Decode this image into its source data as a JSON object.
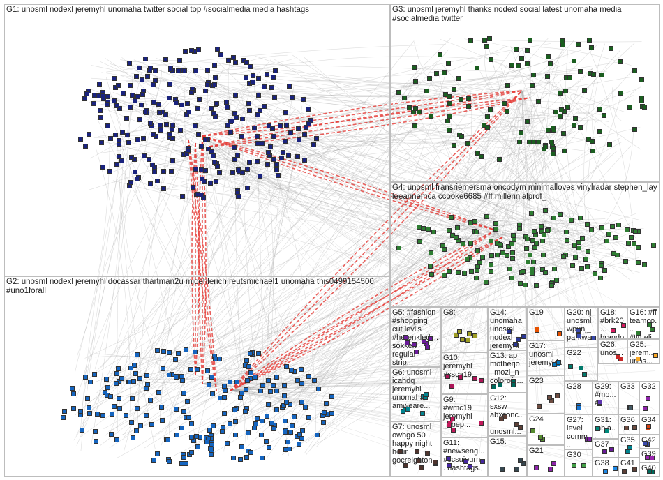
{
  "graph": {
    "groups": [
      {
        "id": "G1",
        "label": "G1: unosml nodexl jeremyhl unomaha twitter social top #socialmedia media hashtags",
        "color": "#1a237e"
      },
      {
        "id": "G3",
        "label": "G3: unosml jeremyhl thanks nodexl social latest unomaha media #socialmedia twitter",
        "color": "#1b5e20"
      },
      {
        "id": "G4",
        "label": "G4: unosml fransriemersma oncodym minimalloves vinylradar stephen_lay leeannemca ccooke6685 #ff millennialprof_",
        "color": "#2e7d32"
      },
      {
        "id": "G2",
        "label": "G2: unosml nodexl jeremyhl docassar thartman2u mjoehlerich reutsmichael1 unomaha this0499154500 #uno1forall",
        "color": "#1565c0"
      },
      {
        "id": "G5",
        "label": "G5: #fashion #shopping cut levi's #herenkledi... sokken regular strip...",
        "color": "#6a1b9a"
      },
      {
        "id": "G6",
        "label": "G6: unosml icahdq jeremyhl unomaha amweare...",
        "color": "#00838f"
      },
      {
        "id": "G7",
        "label": "G7: unosml owhgo 50 happy night hour gocreighton...",
        "color": "#4e342e"
      },
      {
        "id": "G8",
        "label": "G8:",
        "color": "#9e9d24"
      },
      {
        "id": "G10",
        "label": "G10: jeremyhl #csca19",
        "color": "#ad1457"
      },
      {
        "id": "G9",
        "label": "G9: #wmc19 jeremyhl _fibep...",
        "color": "#c2185b"
      },
      {
        "id": "G11",
        "label": "G11: #newseng... #ccsujourn... hashtags...",
        "color": "#4527a0"
      },
      {
        "id": "G14",
        "label": "G14: unomaha unosml nodexl jeremyhl",
        "color": "#283593"
      },
      {
        "id": "G13",
        "label": "G13: ap motherjo... mozi_n colorofc...",
        "color": "#00695c"
      },
      {
        "id": "G12",
        "label": "G12: sxsw abxconc... unosml...",
        "color": "#5d4037"
      },
      {
        "id": "G15",
        "label": "G15:",
        "color": "#37474f"
      },
      {
        "id": "G19",
        "label": "G19",
        "color": "#e65100"
      },
      {
        "id": "G17",
        "label": "G17: unosml jeremyhl...",
        "color": "#0277bd"
      },
      {
        "id": "G20",
        "label": "G20: nj unosml wpunj_ parkwa...",
        "color": "#6d4c41"
      },
      {
        "id": "G22",
        "label": "G22",
        "color": "#558b2f"
      },
      {
        "id": "G18",
        "label": "G18: #brk20... brando...",
        "color": "#8e24aa"
      },
      {
        "id": "G16",
        "label": "G16: #ff teamco... #timeli... unosml",
        "color": "#3949ab"
      },
      {
        "id": "G26",
        "label": "G26: unos...",
        "color": "#00796b"
      },
      {
        "id": "G25",
        "label": "G25: jerem... unos...",
        "color": "#1976d2"
      },
      {
        "id": "G23",
        "label": "G23",
        "color": "#7b1fa2"
      },
      {
        "id": "G28",
        "label": "G28",
        "color": "#43a047"
      },
      {
        "id": "G29",
        "label": "G29: #mb... #fi...",
        "color": "#d81b60"
      },
      {
        "id": "G33",
        "label": "G33",
        "color": "#c62828"
      },
      {
        "id": "G32",
        "label": "G32",
        "color": "#5e35b1"
      },
      {
        "id": "G24",
        "label": "G24",
        "color": "#00897b"
      },
      {
        "id": "G27",
        "label": "G27: level comm...",
        "color": "#6a1b9a"
      },
      {
        "id": "G31",
        "label": "G31: mbla...",
        "color": "#1e88e5"
      },
      {
        "id": "G36",
        "label": "G36",
        "color": "#2e7d32"
      },
      {
        "id": "G34",
        "label": "G34",
        "color": "#f9a825"
      },
      {
        "id": "G37",
        "label": "G37",
        "color": "#455a64"
      },
      {
        "id": "G35",
        "label": "G35",
        "color": "#8e24aa"
      },
      {
        "id": "G42",
        "label": "G42",
        "color": "#6d4c41"
      },
      {
        "id": "G21",
        "label": "G21",
        "color": "#d84315"
      },
      {
        "id": "G30",
        "label": "G30",
        "color": "#00838f"
      },
      {
        "id": "G38",
        "label": "G38",
        "color": "#3949ab"
      },
      {
        "id": "G41",
        "label": "G41",
        "color": "#5d4037"
      },
      {
        "id": "G39",
        "label": "G39",
        "color": "#9c27b0"
      },
      {
        "id": "G40",
        "label": "G40",
        "color": "#00695c"
      }
    ],
    "edge_color": "#9e9e9e",
    "highlight_edge_color": "#e53935"
  }
}
